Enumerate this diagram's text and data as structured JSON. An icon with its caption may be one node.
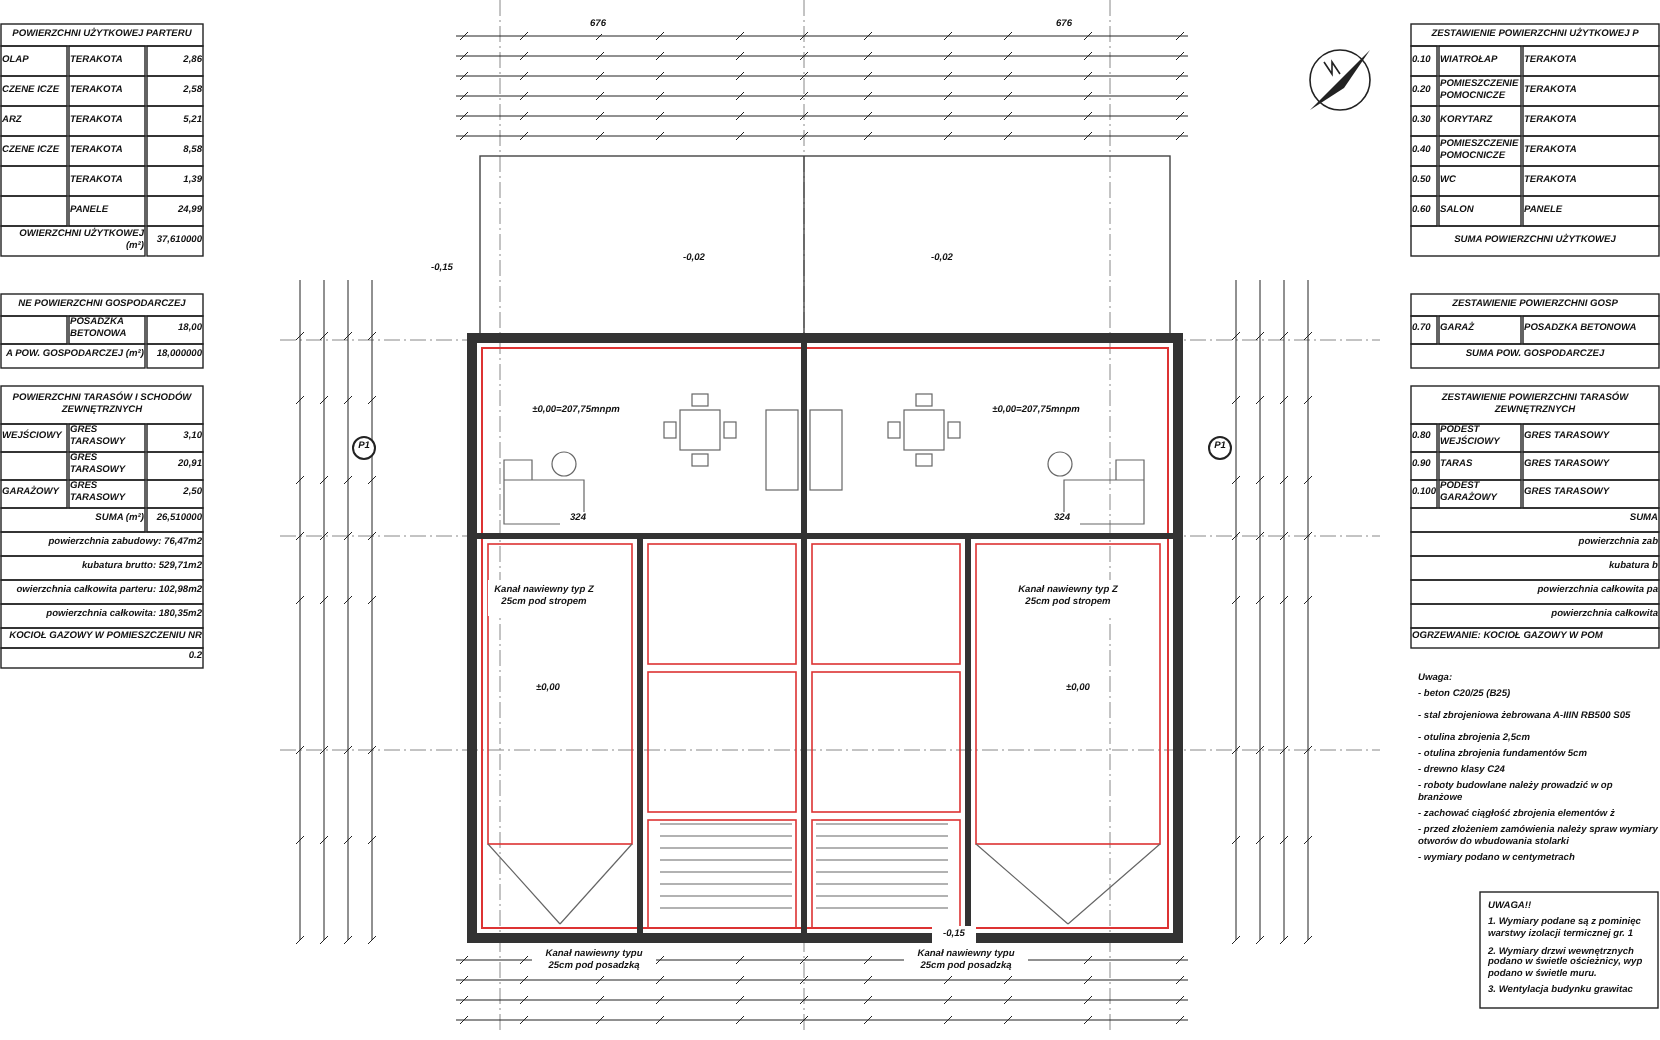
{
  "diagram": {
    "labels": [
      "POWIERZCHNI UŻYTKOWEJ PARTERU",
      "OLAP",
      "TERAKOTA",
      "2,86",
      "CZENE ICZE",
      "TERAKOTA",
      "2,58",
      "ARZ",
      "TERAKOTA",
      "5,21",
      "CZENE ICZE",
      "TERAKOTA",
      "8,58",
      "TERAKOTA",
      "1,39",
      "PANELE",
      "24,99",
      "OWIERZCHNI UŻYTKOWEJ (m²)",
      "37,610000",
      "NE POWIERZCHNI GOSPODARCZEJ",
      "POSADZKA BETONOWA",
      "18,00",
      "A POW. GOSPODARCZEJ (m²)",
      "18,000000",
      "POWIERZCHNI TARASÓW I SCHODÓW ZEWNĘTRZNYCH",
      "WEJŚCIOWY",
      "GRES TARASOWY",
      "3,10",
      "GRES TARASOWY",
      "20,91",
      "GARAŻOWY",
      "GRES TARASOWY",
      "2,50",
      "SUMA (m²)",
      "26,510000",
      "powierzchnia zabudowy: 76,47m2",
      "kubatura brutto: 529,71m2",
      "owierzchnia całkowita parteru: 102,98m2",
      "powierzchnia całkowita: 180,35m2",
      "KOCIOŁ GAZOWY W POMIESZCZENIU NR",
      "0.2",
      "ZESTAWIENIE POWIERZCHNI UŻYTKOWEJ P",
      "0.10",
      "WIATROŁAP",
      "TERAKOTA",
      "0.20",
      "POMIESZCZENIE POMOCNICZE",
      "TERAKOTA",
      "0.30",
      "KORYTARZ",
      "TERAKOTA",
      "0.40",
      "POMIESZCZENIE POMOCNICZE",
      "TERAKOTA",
      "0.50",
      "WC",
      "TERAKOTA",
      "0.60",
      "SALON",
      "PANELE",
      "SUMA POWIERZCHNI UŻYTKOWEJ",
      "ZESTAWIENIE POWIERZCHNI GOSP",
      "0.70",
      "GARAŻ",
      "POSADZKA BETONOWA",
      "SUMA POW. GOSPODARCZEJ",
      "ZESTAWIENIE POWIERZCHNI TARASÓW ZEWNĘTRZNYCH",
      "0.80",
      "PODEST WEJŚCIOWY",
      "GRES TARASOWY",
      "0.90",
      "TARAS",
      "GRES TARASOWY",
      "0.100",
      "PODEST GARAŻOWY",
      "GRES TARASOWY",
      "SUMA",
      "powierzchnia zab",
      "kubatura b",
      "powierzchnia całkowita pa",
      "powierzchnia całkowita",
      "OGRZEWANIE: KOCIOŁ GAZOWY W POM",
      "Uwaga:",
      "- beton C20/25 (B25)",
      "- stal zbrojeniowa żebrowana A-IIIN RB500 S05",
      "- otulina zbrojenia 2,5cm",
      "- otulina zbrojenia fundamentów 5cm",
      "- drewno klasy C24",
      "- roboty budowlane należy prowadzić w op branżowe",
      "- zachować ciągłość zbrojenia elementów ż",
      "- przed złożeniem zamówienia należy spraw wymiary otworów do wbudowania stolarki",
      "- wymiary podano w centymetrach",
      "UWAGA!!",
      "1. Wymiary podane są z pominięc warstwy izolacji termicznej gr. 1",
      "2. Wymiary drzwi wewnętrznych podano w świetle ościeżnicy, wyp podano w świetle muru.",
      "3. Wentylacja budynku grawitac",
      "±0,00=207,75mnpm",
      "±0,00=207,75mnpm",
      "±0,00",
      "±0,00",
      "-0,15",
      "-0,02",
      "-0,02",
      "-0,15",
      "Kanał nawiewny typ Z 25cm pod stropem",
      "Kanał nawiewny typ Z 25cm pod stropem",
      "Kanał nawiewny typu 25cm pod posadzką",
      "Kanał nawiewny typu 25cm pod posadzką",
      "P1",
      "P1",
      "324",
      "324",
      "676",
      "676"
    ]
  }
}
